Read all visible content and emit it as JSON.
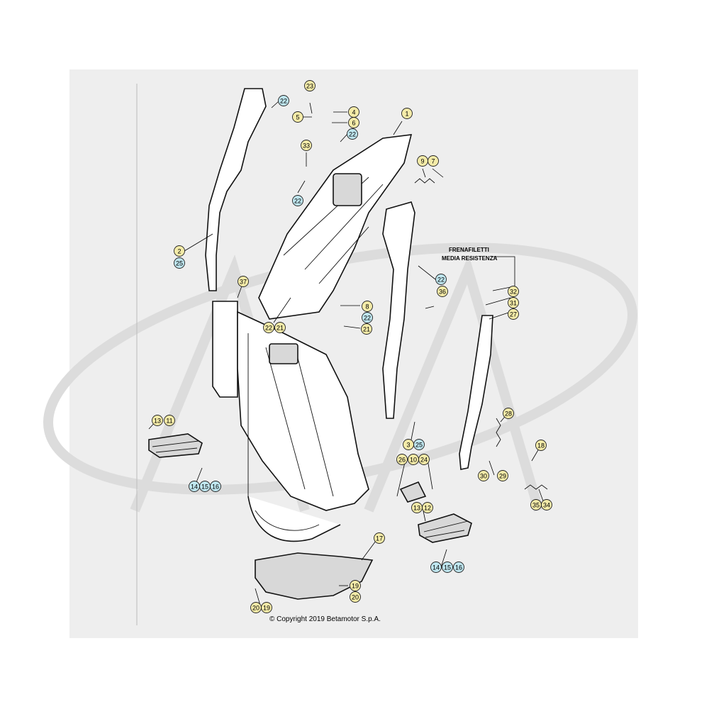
{
  "note": {
    "line1": "FRENAFILETTI",
    "line2": "MEDIA RESISTENZA"
  },
  "copyright": "© Copyright 2019 Betamotor S.p.A.",
  "colors": {
    "yellow": "#f4eba8",
    "blue": "#bfe6ef",
    "sheet": "#eeeeee"
  },
  "callouts": [
    {
      "label": "23",
      "color": "yellow"
    },
    {
      "label": "22",
      "color": "blue"
    },
    {
      "label": "4",
      "color": "yellow"
    },
    {
      "label": "5",
      "color": "yellow"
    },
    {
      "label": "6",
      "color": "yellow"
    },
    {
      "label": "22",
      "color": "blue"
    },
    {
      "label": "1",
      "color": "yellow"
    },
    {
      "label": "33",
      "color": "yellow"
    },
    {
      "label": "9",
      "color": "yellow"
    },
    {
      "label": "7",
      "color": "yellow"
    },
    {
      "label": "22",
      "color": "blue"
    },
    {
      "label": "2",
      "color": "yellow"
    },
    {
      "label": "25",
      "color": "blue"
    },
    {
      "label": "37",
      "color": "yellow"
    },
    {
      "label": "22",
      "color": "blue"
    },
    {
      "label": "36",
      "color": "yellow"
    },
    {
      "label": "32",
      "color": "yellow"
    },
    {
      "label": "31",
      "color": "yellow"
    },
    {
      "label": "27",
      "color": "yellow"
    },
    {
      "label": "8",
      "color": "yellow"
    },
    {
      "label": "22",
      "color": "blue"
    },
    {
      "label": "21",
      "color": "yellow"
    },
    {
      "label": "22",
      "color": "yellow"
    },
    {
      "label": "21",
      "color": "yellow"
    },
    {
      "label": "13",
      "color": "yellow"
    },
    {
      "label": "11",
      "color": "yellow"
    },
    {
      "label": "28",
      "color": "yellow"
    },
    {
      "label": "3",
      "color": "yellow"
    },
    {
      "label": "25",
      "color": "blue"
    },
    {
      "label": "18",
      "color": "yellow"
    },
    {
      "label": "26",
      "color": "yellow"
    },
    {
      "label": "10",
      "color": "yellow"
    },
    {
      "label": "24",
      "color": "yellow"
    },
    {
      "label": "30",
      "color": "yellow"
    },
    {
      "label": "29",
      "color": "yellow"
    },
    {
      "label": "14",
      "color": "blue"
    },
    {
      "label": "15",
      "color": "blue"
    },
    {
      "label": "16",
      "color": "blue"
    },
    {
      "label": "35",
      "color": "yellow"
    },
    {
      "label": "34",
      "color": "yellow"
    },
    {
      "label": "13",
      "color": "yellow"
    },
    {
      "label": "12",
      "color": "yellow"
    },
    {
      "label": "17",
      "color": "yellow"
    },
    {
      "label": "14",
      "color": "blue"
    },
    {
      "label": "15",
      "color": "blue"
    },
    {
      "label": "16",
      "color": "blue"
    },
    {
      "label": "19",
      "color": "yellow"
    },
    {
      "label": "20",
      "color": "yellow"
    },
    {
      "label": "20",
      "color": "yellow"
    },
    {
      "label": "19",
      "color": "yellow"
    }
  ]
}
